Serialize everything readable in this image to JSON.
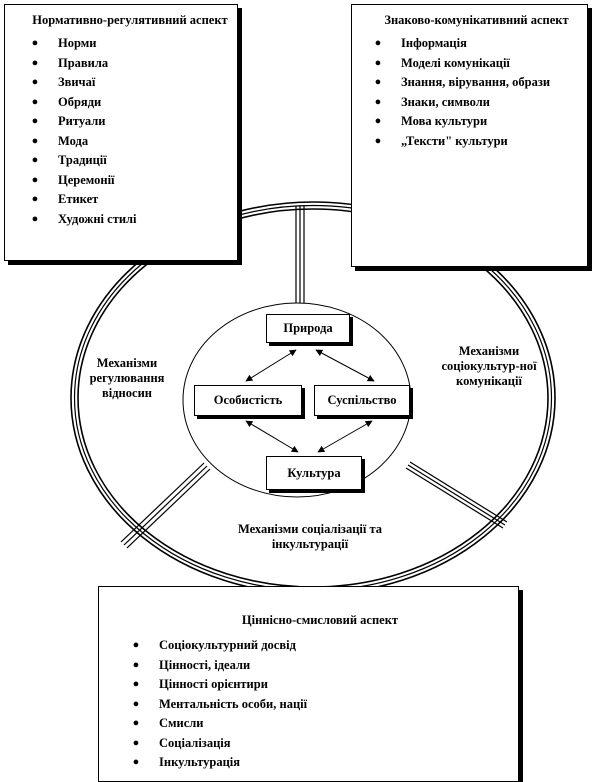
{
  "normative_aspect": {
    "title": "Нормативно-регулятивний аспект",
    "items": [
      "Норми",
      "Правила",
      "Звичаї",
      "Обряди",
      "Ритуали",
      "Мода",
      "Традиції",
      "Церемонії",
      "Етикет",
      "Художні стилі"
    ]
  },
  "semiotic_aspect": {
    "title": "Знаково-комунікативний аспект",
    "items": [
      "Інформація",
      "Моделі комунікації",
      "Знання, вірування, образи",
      "Знаки, символи",
      "Мова культури",
      "„Тексти\" культури"
    ]
  },
  "value_aspect": {
    "title": "Ціннісно-смисловий аспект",
    "items": [
      "Соціокультурний досвід",
      "Цінності, ідеали",
      "Цінності орієнтири",
      "Ментальність особи, нації",
      "Смисли",
      "Соціалізація",
      "Інкультурація"
    ]
  },
  "core_nodes": {
    "nature": "Природа",
    "personality": "Особистість",
    "society": "Суспільство",
    "culture": "Культура"
  },
  "mechanisms": {
    "regulation": "Механізми регулювання відносин",
    "communication": "Механізми соціокультур-ної комунікації",
    "socialization": "Механізми соціалізації та інкультурації"
  }
}
